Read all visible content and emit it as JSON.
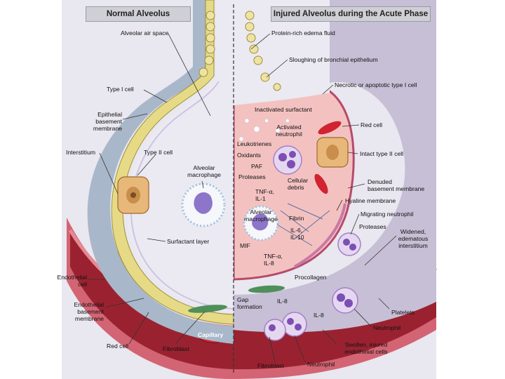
{
  "titles": {
    "normal": "Normal Alveolus",
    "injured": "Injured Alveolus during the Acute Phase"
  },
  "left_labels": {
    "alveolar_air_space": "Alveolar air space",
    "type1_cell": "Type I cell",
    "epithelial_bm": "Epithelial\nbasement\nmembrane",
    "interstitium": "Interstitium",
    "type2_cell": "Type II cell",
    "alveolar_macrophage": "Alveolar\nmacrophage",
    "surfactant_layer": "Surfactant layer",
    "endothelial_cell": "Endothelial\ncell",
    "endothelial_bm": "Endothelial\nbasement\nmembrane",
    "red_cell": "Red cell",
    "capillary": "Capillary",
    "fibroblast": "Fibroblast"
  },
  "right_labels": {
    "edema_fluid": "Protein-rich edema fluid",
    "sloughing": "Sloughing of bronchial epithelium",
    "necrotic": "Necrotic or apoptotic type I cell",
    "inactivated_surfactant": "Inactivated surfactant",
    "activated_neutrophil": "Activated\nneutrophil",
    "red_cell": "Red cell",
    "leukotrienes": "Leukotrienes",
    "oxidants": "Oxidants",
    "paf": "PAF",
    "proteases": "Proteases",
    "intact_type2": "Intact type II cell",
    "tnf_il1": "TNF-α,\nIL-1",
    "cellular_debris": "Cellular\ndebris",
    "denuded_bm": "Denuded\nbasement membrane",
    "hyaline_membrane": "Hyaline membrane",
    "alveolar_macrophage": "Alveolar\nmacrophage",
    "fibrin": "Fibrin",
    "migrating_neutrophil": "Migrating neutrophil",
    "proteases2": "Proteases",
    "il6_il10": "IL-6,\nIL-10",
    "mif": "MIF",
    "tnf_il8": "TNF-α,\nIL-8",
    "widened_interstitium": "Widened,\nedematous\ninterstitium",
    "procollagen": "Procollagen",
    "il8_a": "IL-8",
    "gap_formation": "Gap\nformation",
    "il8_b": "IL-8",
    "platelets": "Platelets",
    "neutrophil": "Neutrophil",
    "swollen_endothelial": "Swollen, injured\nendothelial cells",
    "fibroblast": "Fibroblast",
    "neutrophil2": "Neutrophil"
  },
  "colors": {
    "frame": "#e9e7ef",
    "alveolar_space": "#ebe9f1",
    "edema": "#f4c3c0",
    "epithelium": "#e8dc8a",
    "interstitium": "#a3b3c8",
    "capillary_wall": "#c44a5a",
    "blood": "#8f1f2b",
    "red_cell": "#c31d2a",
    "neutrophil": "#b98ad6",
    "platelet": "#e3a62e"
  }
}
